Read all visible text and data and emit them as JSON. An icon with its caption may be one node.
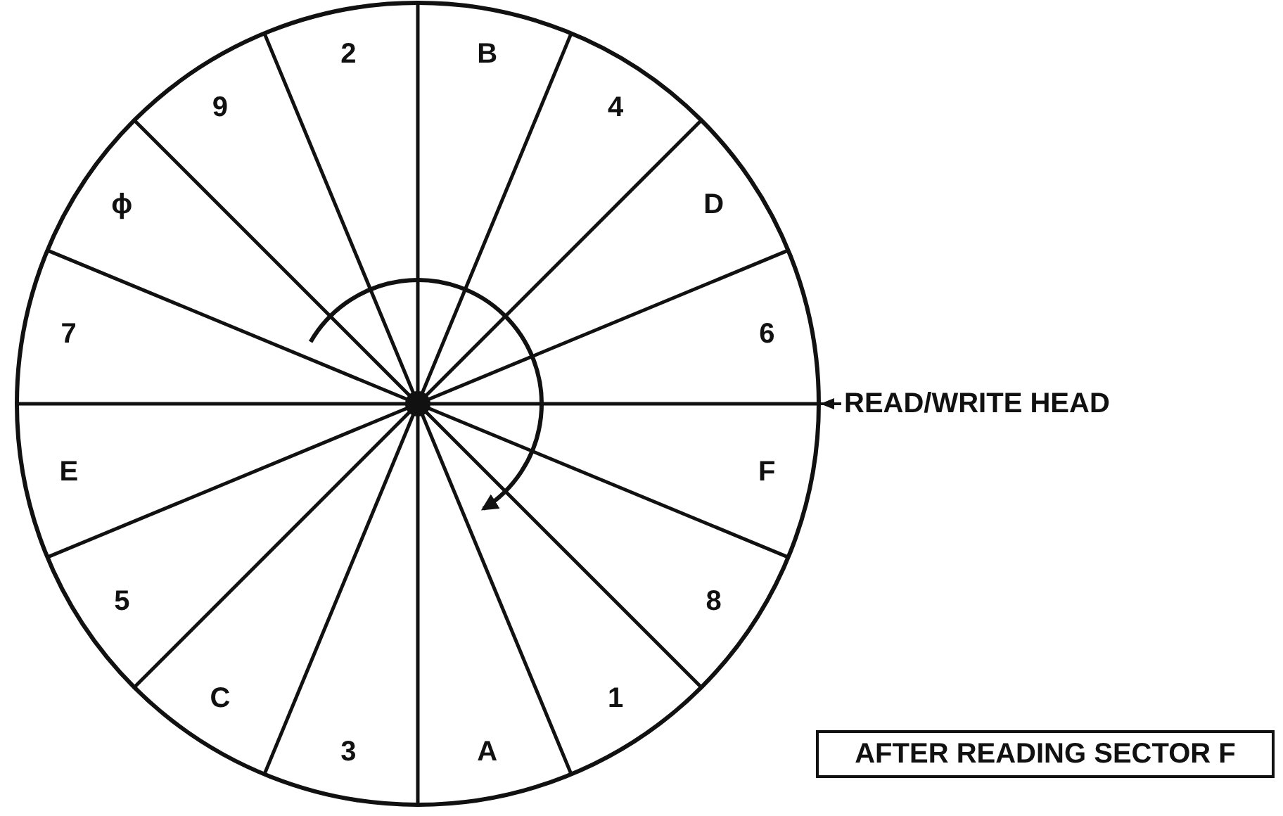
{
  "diagram": {
    "nodes": [
      {
        "text": [],
        "shape": "circle"
      },
      {
        "text": [
          "READ/WRITE HEAD"
        ]
      },
      {
        "text": [
          "AFTER READING SECTOR F"
        ]
      }
    ],
    "edges": [
      {
        "from": 1,
        "to": 0,
        "arrow": "to"
      }
    ],
    "labels": [
      "B",
      "4",
      "D",
      "6",
      "F",
      "8",
      "1",
      "A",
      "3",
      "C",
      "5",
      "E",
      "7",
      "ϕ",
      "9",
      "2"
    ]
  }
}
